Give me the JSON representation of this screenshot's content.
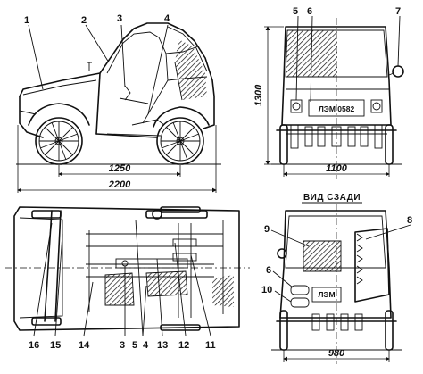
{
  "view_title": "ВИД СЗАДИ",
  "plate_front": "ЛЭМ 0582",
  "plate_rear": "ЛЭМ",
  "dimensions": {
    "wheelbase": "1250",
    "length": "2200",
    "height": "1300",
    "front_track": "1100",
    "rear_track": "980"
  },
  "callouts": {
    "c1": "1",
    "c2": "2",
    "c3": "3",
    "c4": "4",
    "c5": "5",
    "c6": "6",
    "c7": "7",
    "c8": "8",
    "c9": "9",
    "c6b": "6",
    "c10": "10",
    "c16": "16",
    "c15": "15",
    "c14": "14",
    "c3b": "3",
    "c5b": "5",
    "c4b": "4",
    "c13": "13",
    "c12": "12",
    "c11": "11"
  }
}
